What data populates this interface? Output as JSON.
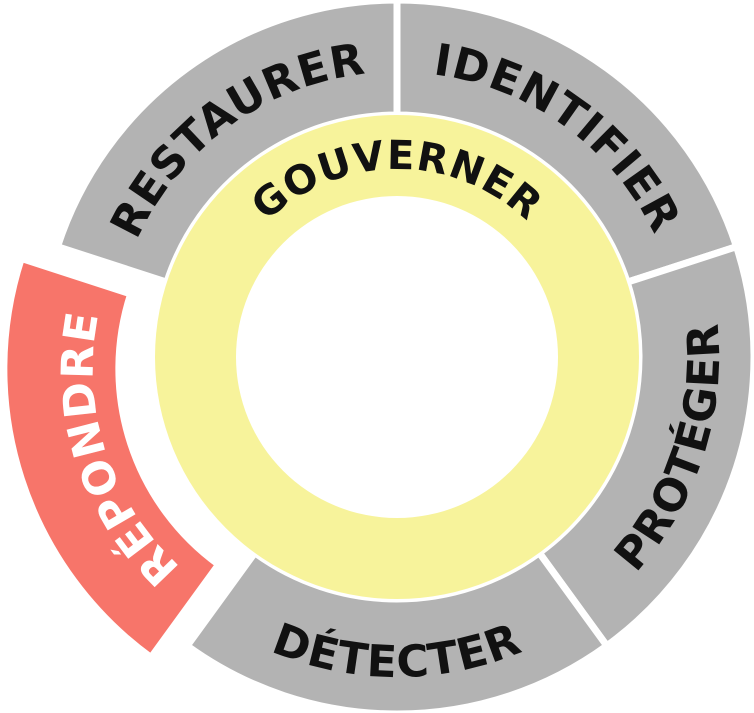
{
  "center_label": "GOUVERNER",
  "segments": [
    {
      "id": "identifier",
      "label": "IDENTIFIER",
      "highlighted": false
    },
    {
      "id": "proteger",
      "label": "PROTÉGER",
      "highlighted": false
    },
    {
      "id": "detecter",
      "label": "DÉTECTER",
      "highlighted": false
    },
    {
      "id": "repondre",
      "label": "RÉPONDRE",
      "highlighted": true
    },
    {
      "id": "restaurer",
      "label": "RESTAURER",
      "highlighted": false
    }
  ],
  "colors": {
    "segment": "#b3b3b3",
    "highlight": "#f7756a",
    "govern_ring": "#f7f39b",
    "text": "#111111",
    "highlight_text": "#ffffff"
  }
}
